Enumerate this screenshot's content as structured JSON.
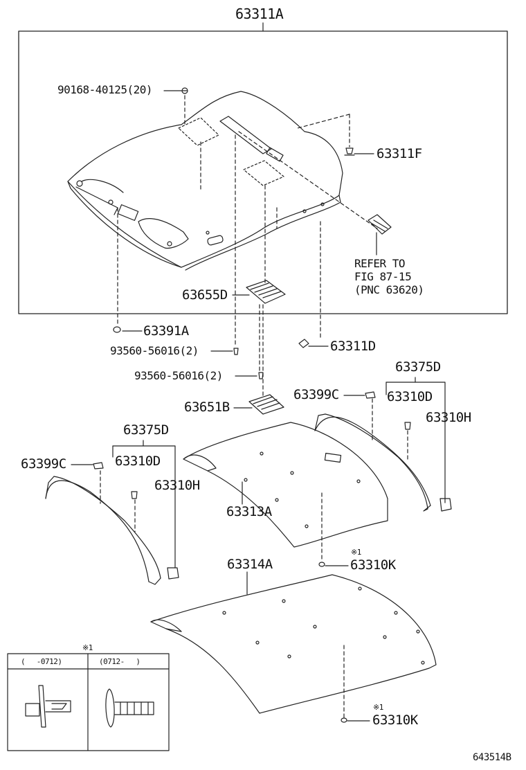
{
  "diagram_id": "643514B",
  "note_mark": "※1",
  "parts": {
    "headlining": "63311A",
    "headlining_screw": "90168-40125(20)",
    "clip_f": "63311F",
    "refer_lines": [
      "REFER TO",
      "FIG 87-15",
      "(PNC 63620)"
    ],
    "pad_d": "63655D",
    "plug": "63391A",
    "screw_a": "93560-56016(2)",
    "screw_b": "93560-56016(2)",
    "clip_d": "63311D",
    "pad_b": "63651B",
    "rail_right": "63375D",
    "holder_right": "63399C",
    "clip_right_d": "63310D",
    "clip_right_h": "63310H",
    "rail_left": "63375D",
    "holder_left": "63399C",
    "clip_left_d": "63310D",
    "clip_left_h": "63310H",
    "silencer_a": "63313A",
    "clip_k1": "63310K",
    "silencer_b": "63314A",
    "clip_k2": "63310K"
  },
  "inset": {
    "col_left": "(　 -0712)",
    "col_right": "(0712-　 )"
  }
}
